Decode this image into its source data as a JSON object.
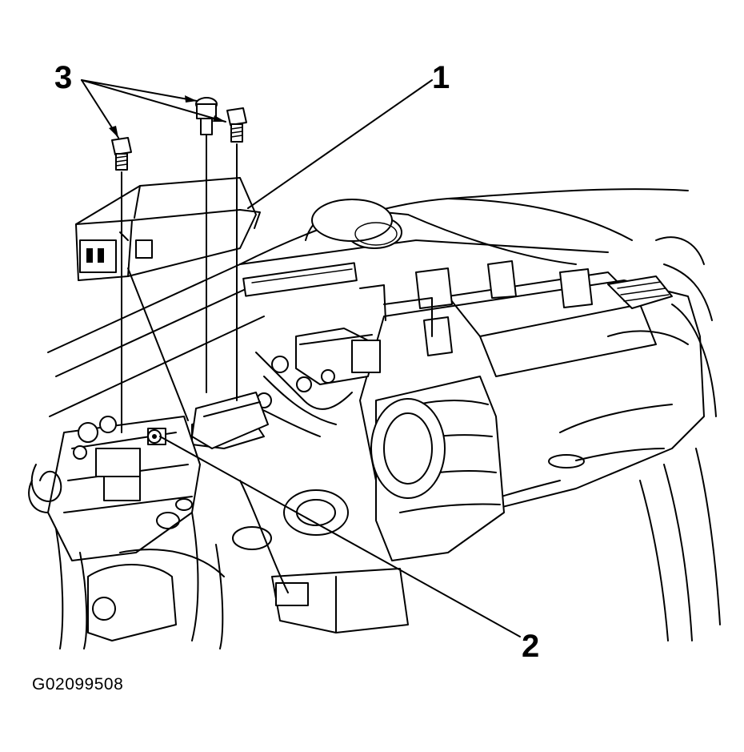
{
  "callouts": {
    "c1": "1",
    "c2": "2",
    "c3": "3"
  },
  "figure_code": "G02099508"
}
